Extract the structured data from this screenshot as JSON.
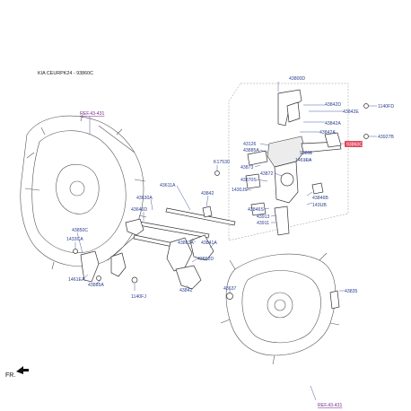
{
  "diagram": {
    "header": "KIA CEURPK24 - 93860C",
    "direction_label": "FR.",
    "references": {
      "top": "REF.43-431",
      "bottom": "REF.43-431"
    },
    "highlighted_part": "93860C",
    "labels": [
      {
        "id": "43800D",
        "text": "43800D"
      },
      {
        "id": "43842D",
        "text": "43842D"
      },
      {
        "id": "43842E",
        "text": "43842E"
      },
      {
        "id": "43842A",
        "text": "43842A"
      },
      {
        "id": "43842A2",
        "text": "43842A"
      },
      {
        "id": "1140FD",
        "text": "1140FD"
      },
      {
        "id": "43927B",
        "text": "43927B"
      },
      {
        "id": "43126",
        "text": "43126"
      },
      {
        "id": "43885A",
        "text": "43885A"
      },
      {
        "id": "93811",
        "text": "93811"
      },
      {
        "id": "1461EA",
        "text": "1461EA"
      },
      {
        "id": "43873",
        "text": "43873"
      },
      {
        "id": "43872",
        "text": "43872"
      },
      {
        "id": "43870S",
        "text": "43870S"
      },
      {
        "id": "K17530",
        "text": "K17530"
      },
      {
        "id": "1430JS",
        "text": "1430JS"
      },
      {
        "id": "43846B",
        "text": "43846B"
      },
      {
        "id": "143UB",
        "text": "143UB"
      },
      {
        "id": "43846S",
        "text": "43846S"
      },
      {
        "id": "43913",
        "text": "43913"
      },
      {
        "id": "43911",
        "text": "43911"
      },
      {
        "id": "43611A",
        "text": "43611A"
      },
      {
        "id": "43842",
        "text": "43842"
      },
      {
        "id": "43630A",
        "text": "43630A"
      },
      {
        "id": "43646D",
        "text": "43646D"
      },
      {
        "id": "43850C",
        "text": "43850C"
      },
      {
        "id": "1433CA",
        "text": "1433CA"
      },
      {
        "id": "43861A",
        "text": "43861A"
      },
      {
        "id": "43841A",
        "text": "43841A"
      },
      {
        "id": "43862D",
        "text": "43862D"
      },
      {
        "id": "1461EA2",
        "text": "1461EA"
      },
      {
        "id": "43885A2",
        "text": "43885A"
      },
      {
        "id": "1140FJ",
        "text": "1140FJ"
      },
      {
        "id": "43842b",
        "text": "43842"
      },
      {
        "id": "43637",
        "text": "43637"
      },
      {
        "id": "43835",
        "text": "43835"
      }
    ]
  }
}
